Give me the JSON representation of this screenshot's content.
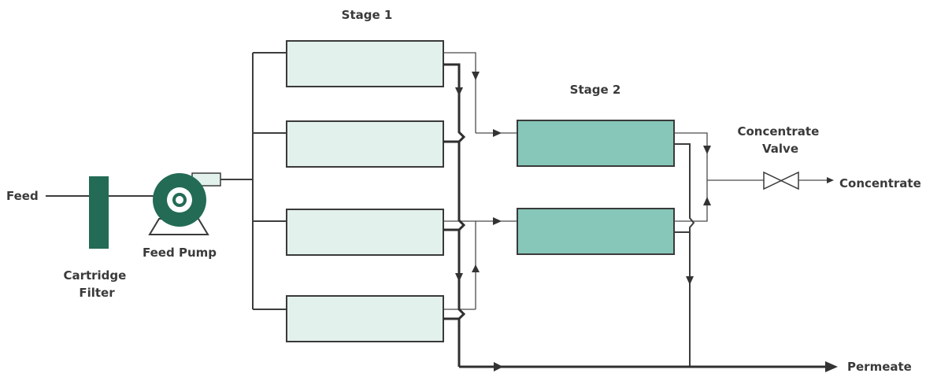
{
  "labels": {
    "feed": "Feed",
    "cartridge_filter": [
      "Cartridge",
      "Filter"
    ],
    "feed_pump": "Feed Pump",
    "stage1": "Stage 1",
    "stage2": "Stage 2",
    "concentrate_valve": [
      "Concentrate",
      "Valve"
    ],
    "concentrate": "Concentrate",
    "permeate": "Permeate"
  },
  "colors": {
    "equipment": "#236b55",
    "stage1_module": "#e3f1ed",
    "stage2_module": "#86c7b9",
    "pipe": "#333333"
  }
}
